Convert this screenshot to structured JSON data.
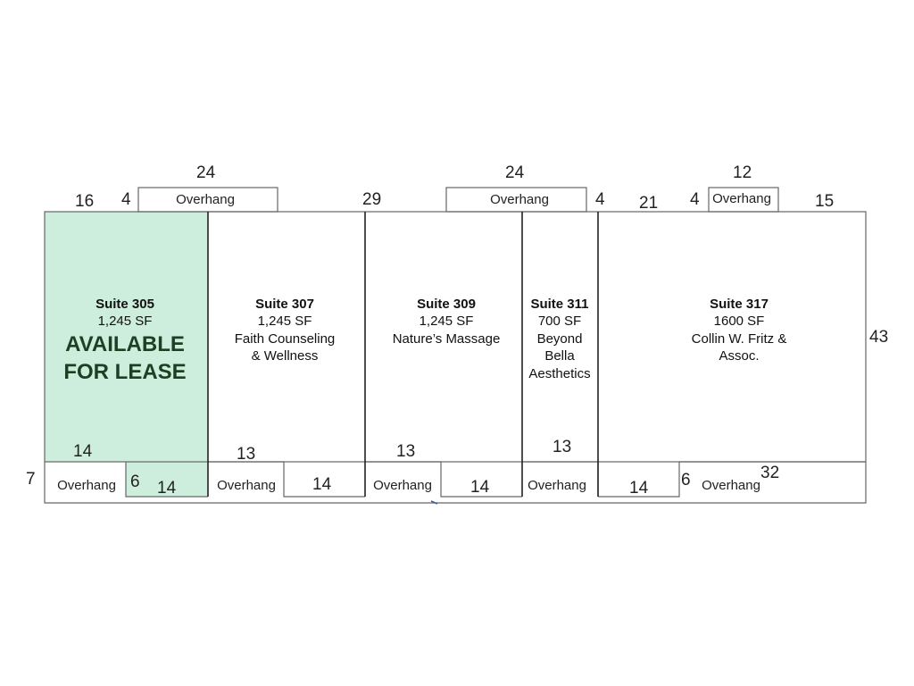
{
  "colors": {
    "available_fill": "#cdeedd",
    "outline": "#666666",
    "text": "#111111"
  },
  "overhang_label": "Overhang",
  "suites": {
    "s305": {
      "title": "Suite 305",
      "area": "1,245 SF",
      "status_line1": "AVAILABLE",
      "status_line2": "FOR LEASE"
    },
    "s307": {
      "title": "Suite 307",
      "area": "1,245 SF",
      "tenant_line1": "Faith Counseling",
      "tenant_line2": "& Wellness"
    },
    "s309": {
      "title": "Suite 309",
      "area": "1,245 SF",
      "tenant_line1": "Nature’s Massage"
    },
    "s311": {
      "title": "Suite 311",
      "area": "700 SF",
      "tenant_line1": "Beyond",
      "tenant_line2": "Bella",
      "tenant_line3": "Aesthetics"
    },
    "s317": {
      "title": "Suite 317",
      "area": "1600 SF",
      "tenant_line1": "Collin W. Fritz &",
      "tenant_line2": "Assoc."
    }
  },
  "dimensions": {
    "top_left_width": "16",
    "top_overhang1_offset": "4",
    "top_overhang1_length": "24",
    "top_mid_width": "29",
    "top_overhang2_length": "24",
    "top_overhang2_offset": "4",
    "top_right_width": "21",
    "top_overhang3_offset": "4",
    "top_overhang3_length": "12",
    "top_far_right": "15",
    "right_depth": "43",
    "bottom_left_depth": "7",
    "s305_rear": "14",
    "s305_notch_depth": "6",
    "s305_notch_width": "14",
    "s307_rear": "13",
    "s307_notch_width": "14",
    "s309_rear": "13",
    "s309_notch_width": "14",
    "s311_rear": "13",
    "s317_notch_width": "14",
    "s317_notch_depth": "6",
    "s317_rear": "32"
  }
}
